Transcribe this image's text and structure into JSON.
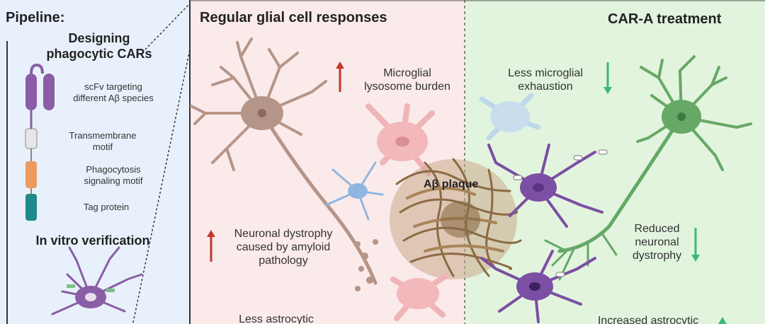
{
  "pipeline": {
    "title": "Pipeline:",
    "design_title_line1": "Designing",
    "design_title_line2": "phagocytic CARs",
    "car_labels": [
      "scFv targeting",
      "different Aβ species",
      "Transmembrane",
      "motif",
      "Phagocytosis",
      "signaling motif",
      "Tag protein"
    ],
    "verification_title": "In vitro verification"
  },
  "regular": {
    "title": "Regular glial cell responses",
    "microglial_line1": "Microglial",
    "microglial_line2": "lysosome burden",
    "neuronal_line1": "Neuronal dystrophy",
    "neuronal_line2": "caused by amyloid",
    "neuronal_line3": "pathology",
    "astro_partial": "Less astrocytic"
  },
  "car": {
    "title": "CAR-A treatment",
    "exhaustion_line1": "Less microglial",
    "exhaustion_line2": "exhaustion",
    "reduced_line1": "Reduced",
    "reduced_line2": "neuronal",
    "reduced_line3": "dystrophy",
    "astro_partial": "Increased astrocytic"
  },
  "plaque_label": "Aβ plaque",
  "colors": {
    "pipeline_bg": "#e8f1fb",
    "regular_bg": "#fbeaea",
    "car_bg": "#e2f4de",
    "up_arrow": "#c0392b",
    "down_arrow": "#3cb878",
    "microglia_purple": "#7b4fa3",
    "neuron_brown": "#b08a7d",
    "neuron_green": "#5aa35a",
    "astrocyte_pink": "#f2b8bb",
    "astrocyte_blue": "#8fb6e0",
    "plaque_brown": "#9b7a4e"
  }
}
